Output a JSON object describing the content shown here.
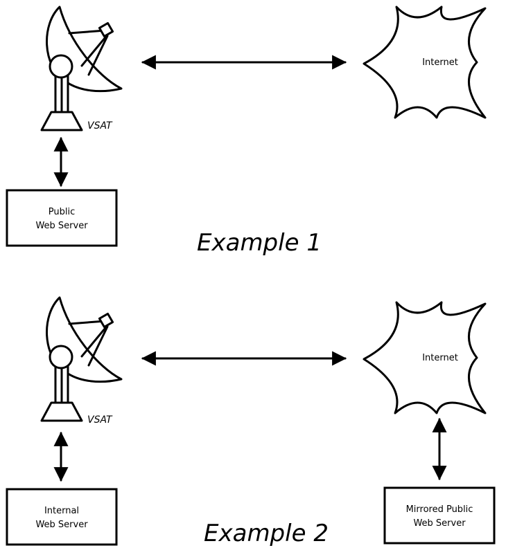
{
  "examples": [
    {
      "title": "Example 1",
      "vsat_label": "VSAT",
      "internet_label": "Internet",
      "server_left": [
        "Public",
        "Web Server"
      ]
    },
    {
      "title": "Example 2",
      "vsat_label": "VSAT",
      "internet_label": "Internet",
      "server_left": [
        "Internal",
        "Web Server"
      ],
      "server_right": [
        "Mirrored Public",
        "Web Server"
      ]
    }
  ]
}
